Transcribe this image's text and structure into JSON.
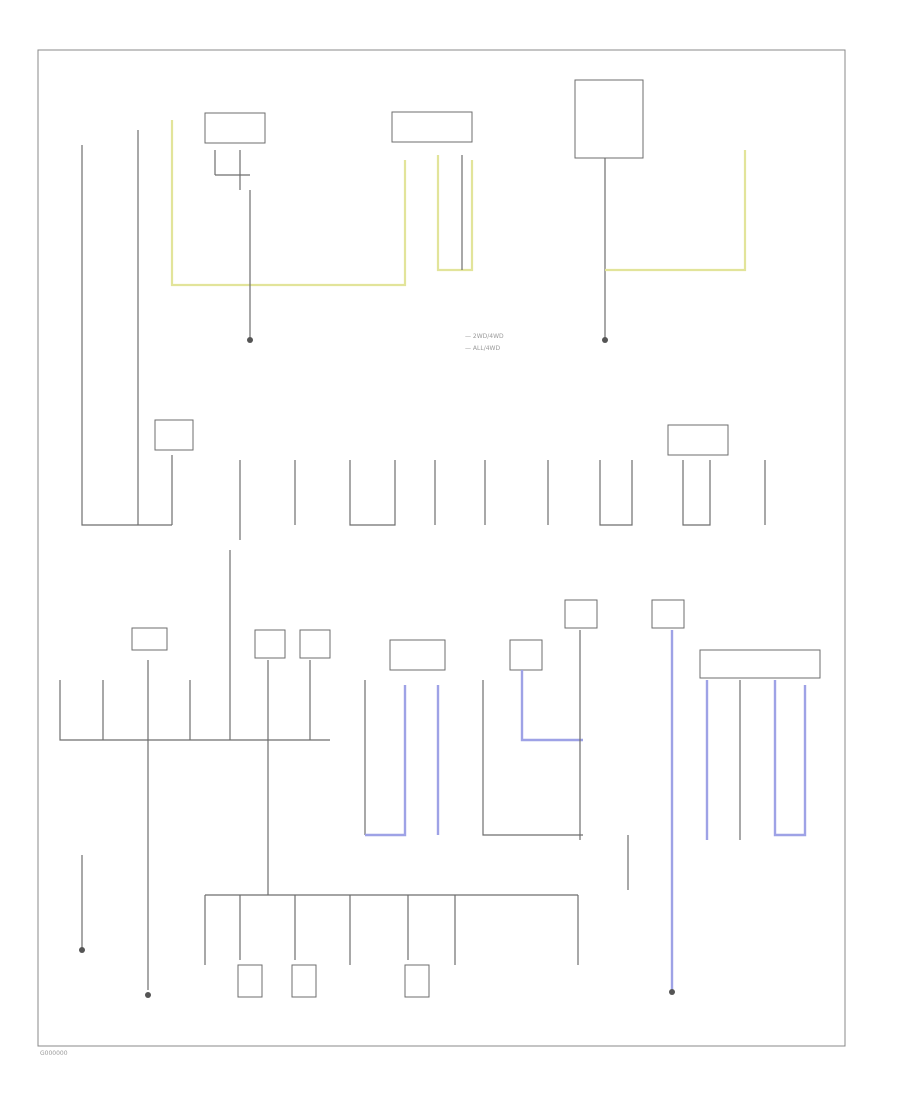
{
  "diagram_code": "G000000",
  "legend": [
    "— 2WD/4WD",
    "— ALL/4WD"
  ]
}
